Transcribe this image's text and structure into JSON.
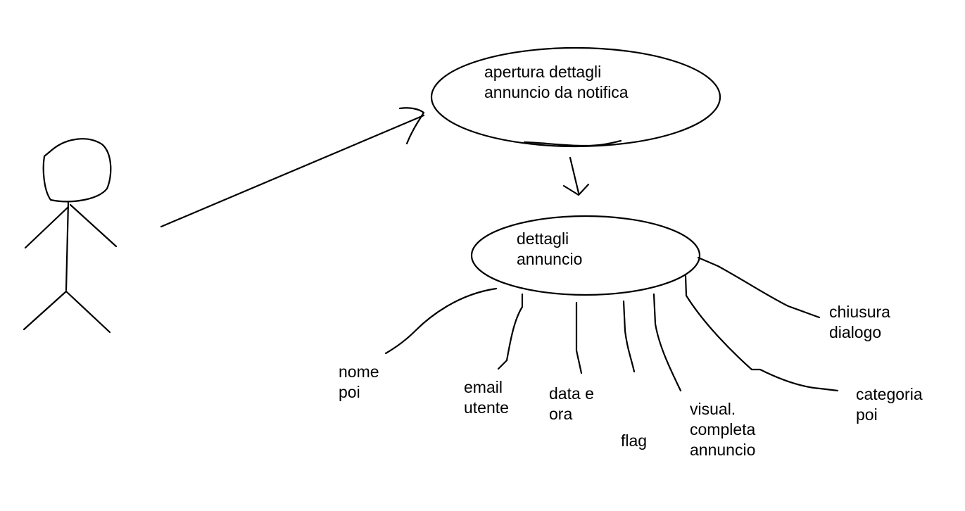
{
  "use_cases": {
    "main": {
      "lines": [
        "apertura dettagli",
        "annuncio da notifica"
      ]
    },
    "detail": {
      "lines": [
        "dettagli",
        "annuncio"
      ]
    }
  },
  "attributes": [
    {
      "lines": [
        "nome",
        "poi"
      ]
    },
    {
      "lines": [
        "email",
        "utente"
      ]
    },
    {
      "lines": [
        "data e",
        "ora"
      ]
    },
    {
      "lines": [
        "flag"
      ]
    },
    {
      "lines": [
        "visual.",
        "completa",
        "annuncio"
      ]
    },
    {
      "lines": [
        "categoria",
        "poi"
      ]
    },
    {
      "lines": [
        "chiusura",
        "dialogo"
      ]
    }
  ]
}
